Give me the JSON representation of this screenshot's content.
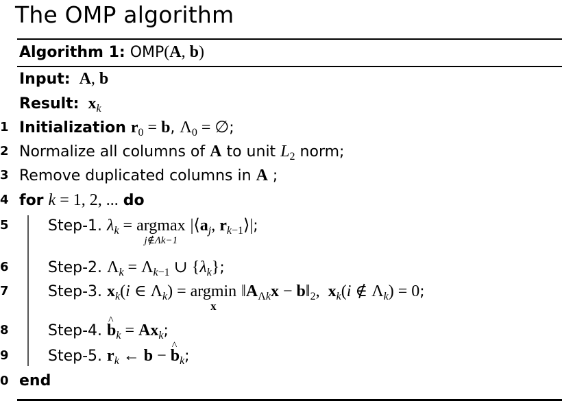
{
  "slide": {
    "title": "The OMP algorithm"
  },
  "algorithm": {
    "caption_label": "Algorithm 1:",
    "caption_name": "OMP",
    "caption_args": "(A, b)",
    "input_label": "Input:",
    "input_value": "A, b",
    "result_label": "Result:",
    "result_value": "x",
    "result_sub": "k",
    "lines": [
      {
        "num": "1",
        "keyword": "Initialization",
        "text": "r₀ = b, Λ₀ = ∅;"
      },
      {
        "num": "2",
        "text": "Normalize all columns of A to unit L₂ norm;"
      },
      {
        "num": "3",
        "text": "Remove duplicated columns in A ;"
      },
      {
        "num": "4",
        "keyword": "for",
        "text": "k = 1, 2, ...",
        "keyword_end": "do"
      },
      {
        "num": "5",
        "step": "Step-1.",
        "text": "λ_k = argmax_{j∉Λ_{k−1}} |⟨a_j, r_{k−1}⟩|;",
        "under": "j∉Λk−1"
      },
      {
        "num": "6",
        "step": "Step-2.",
        "text": "Λ_k = Λ_{k−1} ∪ {λ_k};"
      },
      {
        "num": "7",
        "step": "Step-3.",
        "text": "x_k(i ∈ Λ_k) = argmin_x ‖A_{Λ_k} x − b‖₂,  x_k(i ∉ Λ_k) = 0;",
        "under": "x"
      },
      {
        "num": "8",
        "step": "Step-4.",
        "text": "b̂_k = A x_k;"
      },
      {
        "num": "9",
        "step": "Step-5.",
        "text": "r_k ← b − b̂_k;"
      },
      {
        "num": "0",
        "keyword": "end"
      }
    ]
  }
}
